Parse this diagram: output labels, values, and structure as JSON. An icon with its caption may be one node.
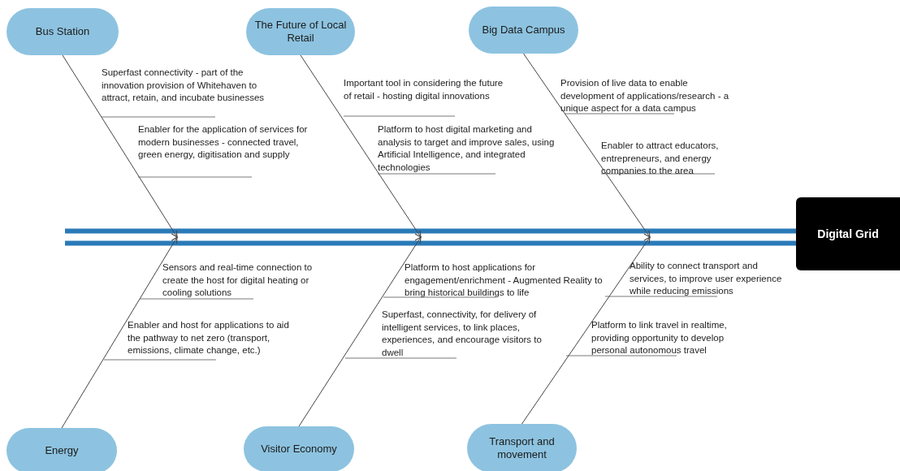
{
  "diagram": {
    "nodes": [
      {
        "text": [
          "Bus Station"
        ]
      },
      {
        "text": [
          "The Future of Local Retail"
        ]
      },
      {
        "text": [
          "Big Data Campus"
        ]
      },
      {
        "text": [
          "Energy"
        ]
      },
      {
        "text": [
          "Visitor Economy"
        ]
      },
      {
        "text": [
          "Transport and movement"
        ]
      },
      {
        "text": [
          "Digital Grid"
        ]
      }
    ],
    "edges": [
      {
        "from": null,
        "to": 6,
        "arrow": "none",
        "style": "thick",
        "color": "#2a7ab8"
      },
      {
        "from": 0,
        "to": null,
        "arrow": "to"
      },
      {
        "from": 1,
        "to": null,
        "arrow": "to"
      },
      {
        "from": 2,
        "to": null,
        "arrow": "to"
      },
      {
        "from": 3,
        "to": null,
        "arrow": "to"
      },
      {
        "from": 4,
        "to": null,
        "arrow": "to"
      },
      {
        "from": 5,
        "to": null,
        "arrow": "to"
      }
    ],
    "labels": [
      "Superfast connectivity - part of the innovation provision of Whitehaven to attract, retain, and incubate businesses",
      "Important tool in considering the future of retail - hosting digital innovations",
      "Provision of live data to enable development of applications/research - a unique aspect for a data campus",
      "Enabler for the application of services for modern businesses - connected travel, green energy, digitisation and supply",
      "Platform to host digital marketing and analysis to target and improve sales, using Artificial Intelligence, and integrated technologies",
      "Enabler to attract educators, entrepreneurs, and energy companies to the area",
      "Sensors and real-time connection to create the host for digital heating or cooling solutions",
      "Platform to host applications for engagement/enrichment -  Augmented Reality to bring historical buildings to life",
      "Ability to connect transport and services, to improve user experience while reducing emissions",
      "Enabler and host for applications to aid the pathway to net zero (transport, emissions, climate change, etc.)",
      "Superfast, connectivity, for delivery of intelligent services, to link places, experiences, and encourage visitors to dwell",
      "Platform to link travel in realtime, providing opportunity to develop personal autonomous travel"
    ]
  }
}
